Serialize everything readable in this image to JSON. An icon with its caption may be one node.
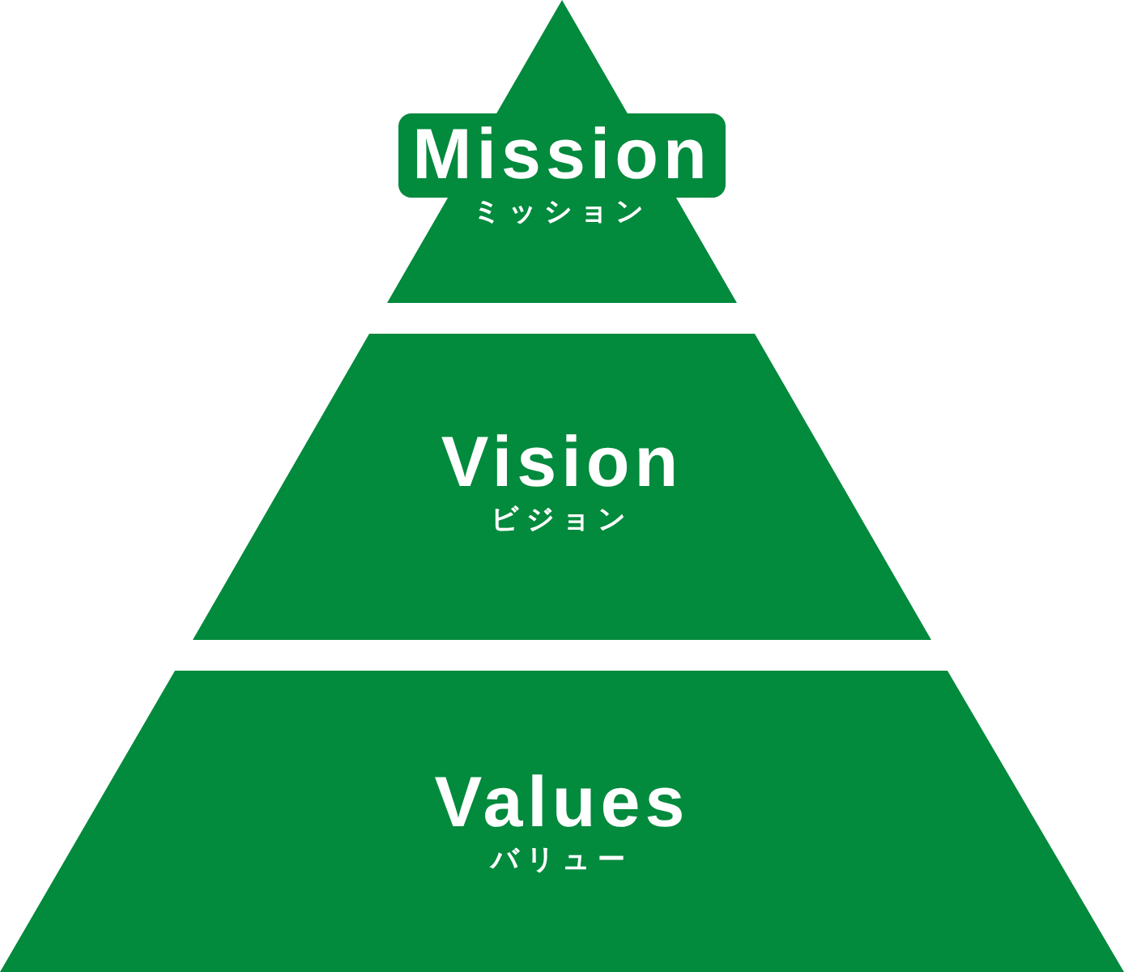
{
  "diagram": {
    "nodes": [
      {
        "text": [
          "Mission",
          "ミッション"
        ]
      },
      {
        "text": [
          "Vision",
          "ビジョン"
        ]
      },
      {
        "text": [
          "Values",
          "バリュー"
        ]
      }
    ]
  }
}
